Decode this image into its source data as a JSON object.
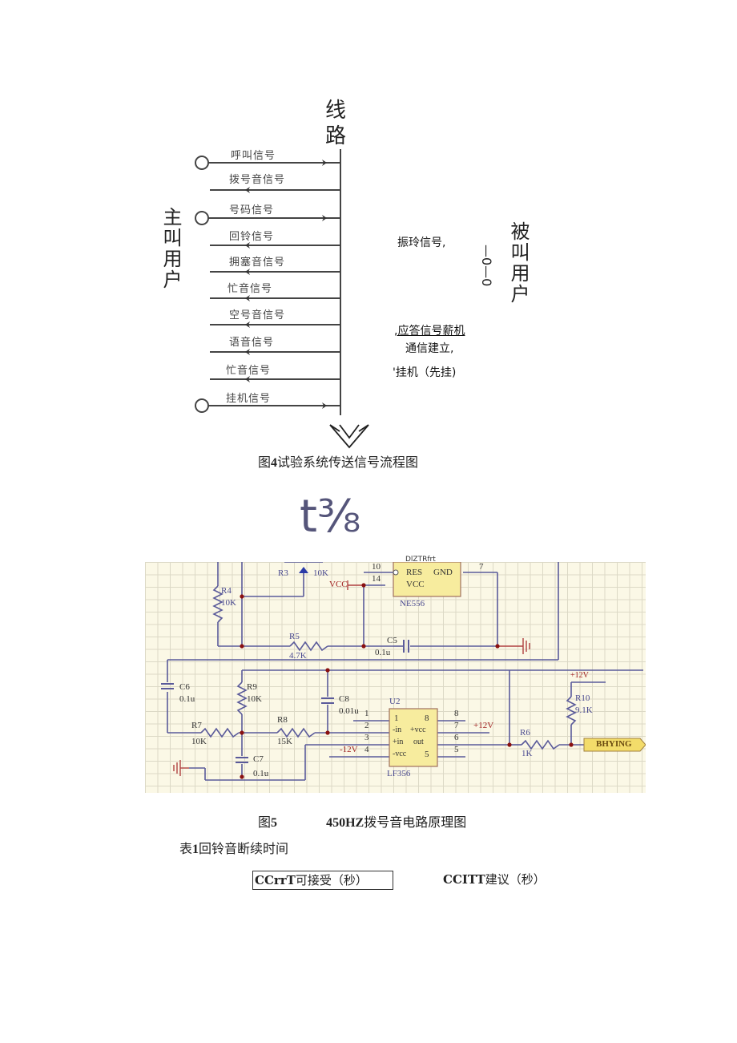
{
  "figure4": {
    "line_title": "线路",
    "caller_label": "主叫用户",
    "callee_label": "被叫用户",
    "callee_symbol": "—0—0",
    "signals": [
      {
        "label": "呼叫信号",
        "direction": "right",
        "terminal": true
      },
      {
        "label": "拨号音信号",
        "direction": "left",
        "terminal": false
      },
      {
        "label": "号码信号",
        "direction": "right",
        "terminal": true
      },
      {
        "label": "回铃信号",
        "direction": "left",
        "terminal": false
      },
      {
        "label": "拥塞音信号",
        "direction": "left",
        "terminal": false
      },
      {
        "label": "忙音信号",
        "direction": "left",
        "terminal": false
      },
      {
        "label": "空号音信号",
        "direction": "left",
        "terminal": false
      },
      {
        "label": "语音信号",
        "direction": "left",
        "terminal": false
      },
      {
        "label": "忙音信号",
        "direction": "left",
        "terminal": false
      },
      {
        "label": "挂机信号",
        "direction": "right",
        "terminal": true
      }
    ],
    "right_notes": {
      "ring": "振玲信号,",
      "answer": ",应答信号薪机",
      "established": "通信建立,",
      "hangup": "'挂机（先挂)"
    },
    "caption_prefix": "图",
    "caption_num": "4",
    "caption_text": "试验系统传送信号流程图"
  },
  "mark": "t⅜",
  "schematic": {
    "top_fragment": "DlZTRfrt",
    "labels": {
      "r3": "R3",
      "r3_val": "10K",
      "r4": "R4",
      "r4_val": "10K",
      "r5": "R5",
      "r5_val": "4.7K",
      "c5": "C5",
      "c5_val": "0.1u",
      "vcc": "VCC",
      "pin10": "10",
      "pin14": "14",
      "pin7": "7",
      "ic1_res": "RES",
      "ic1_gnd": "GND",
      "ic1_vcc": "VCC",
      "ic1_name": "NE556",
      "c6": "C6",
      "c6_val": "0.1u",
      "r9": "R9",
      "r9_val": "10K",
      "c8": "C8",
      "c8_val": "0.01u",
      "r7": "R7",
      "r7_val": "10K",
      "r8": "R8",
      "r8_val": "15K",
      "c7": "C7",
      "c7_val": "0.1u",
      "neg12": "-12V",
      "u2": "U2",
      "u2_pins_left": [
        "1",
        "2",
        "3",
        "4"
      ],
      "u2_pins_right": [
        "8",
        "7",
        "6",
        "5"
      ],
      "u2_inner_left": [
        "1",
        "-in",
        "+in",
        "-vcc"
      ],
      "u2_inner_right": [
        "8",
        "+vcc",
        "out",
        "5"
      ],
      "u2_name": "LF356",
      "pos12_a": "+12V",
      "pos12_b": "+12V",
      "r6": "R6",
      "r6_val": "1K",
      "r10": "R10",
      "r10_val": "9.1K",
      "output_port": "BHYING"
    }
  },
  "figure5": {
    "caption_prefix": "图",
    "caption_num": "5",
    "caption_bold": "450HZ",
    "caption_text": "拨号音电路原理图"
  },
  "table1": {
    "title_prefix": "表",
    "title_num": "1",
    "title_text": "回铃音断续时间",
    "col1_bold": "CCrrT",
    "col1_text": "可接受（秒）",
    "col2_bold": "CCITT",
    "col2_text": "建议（秒）"
  }
}
